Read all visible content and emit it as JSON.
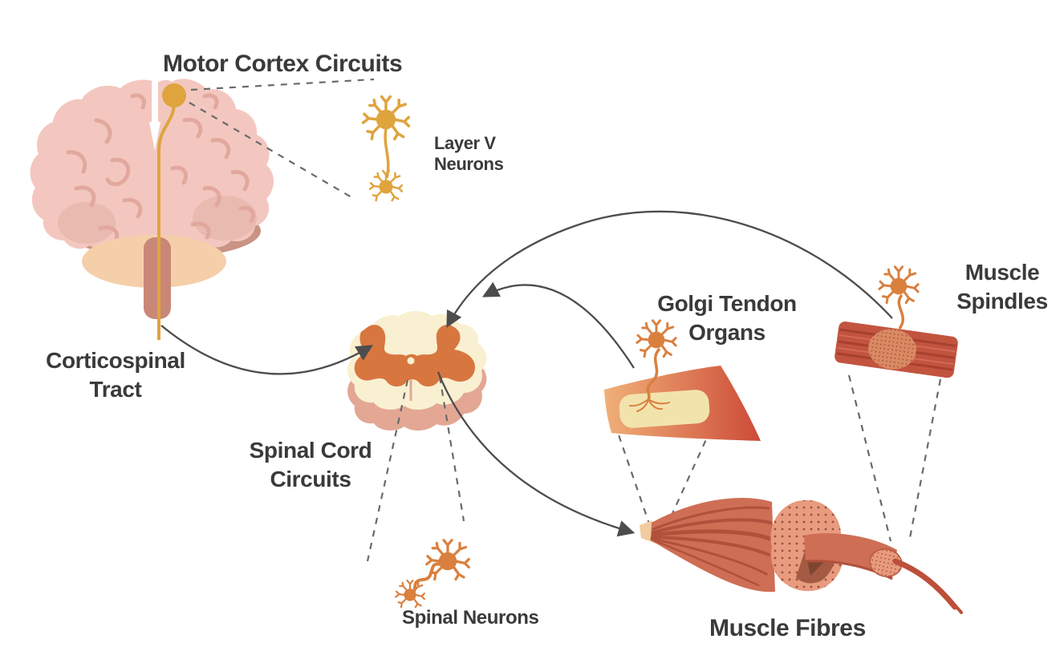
{
  "diagram": {
    "title": "Motor Cortex Circuits diagram",
    "background": "#ffffff",
    "labels": {
      "motor_cortex": "Motor Cortex Circuits",
      "layer_v": {
        "line1": "Layer V",
        "line2": "Neurons"
      },
      "corticospinal": {
        "line1": "Corticospinal",
        "line2": "Tract"
      },
      "spinal_cord": {
        "line1": "Spinal Cord",
        "line2": "Circuits"
      },
      "spinal_neurons": "Spinal Neurons",
      "golgi": {
        "line1": "Golgi Tendon",
        "line2": "Organs"
      },
      "muscle_spindles": {
        "line1": "Muscle",
        "line2": "Spindles"
      },
      "muscle_fibres": "Muscle Fibres"
    },
    "colors": {
      "text": "#3a3a3a",
      "arrow": "#4d4d4d",
      "dashed_line": "#6a6a6a",
      "gold_neuron": "#dfa43e",
      "brain_pink": "#f3c7bf",
      "brain_sulci": "#e2a89d",
      "brain_deep": "#c99484",
      "cerebellum_peach": "#f5cfa9",
      "brainstem": "#c98877",
      "cord_cream": "#f9f0d2",
      "cord_grey_matter": "#d8763f",
      "cord_rim": "#e3a794",
      "orange_neuron": "#d9803f",
      "tendon_light": "#f0b078",
      "tendon_red": "#cd4b38",
      "tendon_capsule": "#f2e3ac",
      "spindle_band": "#c2543f",
      "spindle_stripe": "#a8402f",
      "spindle_core": "#d98a63",
      "muscle_body": "#ce6e55",
      "muscle_streak": "#b0513c",
      "muscle_cut": "#e89b7e",
      "muscle_cut_dark": "#a05640",
      "muscle_tendon_tip": "#f2cba0"
    },
    "connections": [
      {
        "from": "Corticospinal Tract",
        "to": "Spinal Cord Circuits",
        "type": "solid-arrow"
      },
      {
        "from": "Muscle Spindles",
        "to": "Spinal Cord Circuits",
        "type": "solid-arrow"
      },
      {
        "from": "Golgi Tendon Organs",
        "to": "Spinal Cord Circuits",
        "type": "solid-arrow"
      },
      {
        "from": "Spinal Cord Circuits",
        "to": "Muscle Fibres",
        "type": "solid-arrow"
      },
      {
        "from": "Motor Cortex Circuits",
        "to": "Layer V Neurons",
        "type": "dashed-inset"
      },
      {
        "from": "Spinal Cord Circuits",
        "to": "Spinal Neurons",
        "type": "dashed-inset"
      },
      {
        "from": "Golgi Tendon Organs",
        "to": "Muscle Fibres",
        "type": "dashed-inset"
      },
      {
        "from": "Muscle Spindles",
        "to": "Muscle Fibres",
        "type": "dashed-inset"
      }
    ]
  }
}
